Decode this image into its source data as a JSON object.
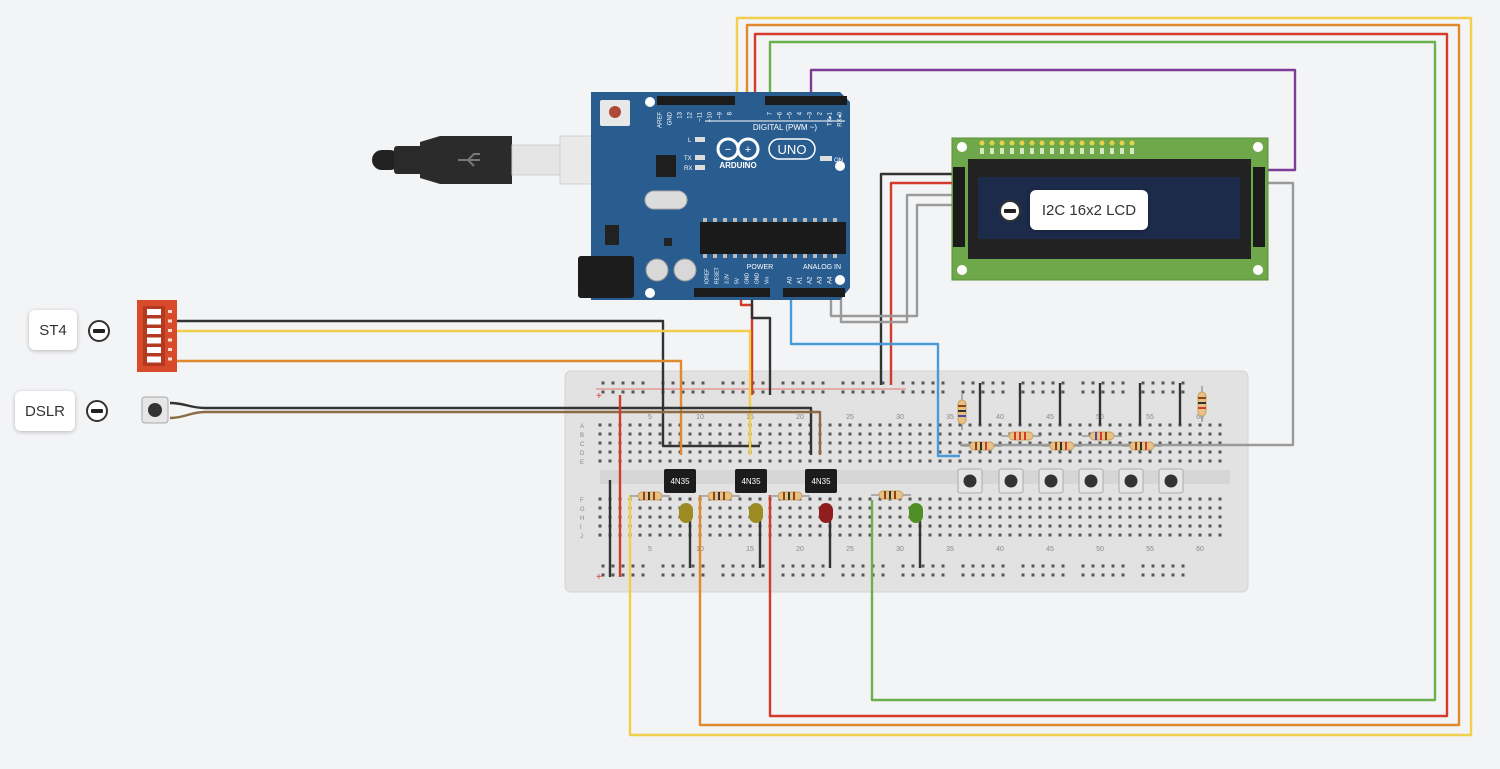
{
  "labels": {
    "st4": "ST4",
    "dslr": "DSLR",
    "lcd": "I2C 16x2 LCD"
  },
  "arduino": {
    "brand": "ARDUINO",
    "model": "UNO",
    "digital_header": "DIGITAL (PWM ~)",
    "power_header": "POWER",
    "analog_header": "ANALOG IN",
    "top_pins": [
      "AREF",
      "GND",
      "13",
      "12",
      "~11",
      "~10",
      "~9",
      "8",
      "7",
      "~6",
      "~5",
      "4",
      "~3",
      "2",
      "TX▸1",
      "RX◂0"
    ],
    "power_pins": [
      "IOREF",
      "RESET",
      "3.3V",
      "5V",
      "GND",
      "GND",
      "Vin"
    ],
    "analog_pins": [
      "A0",
      "A1",
      "A2",
      "A3",
      "A4",
      "A5"
    ],
    "led_l": "L",
    "led_tx": "TX",
    "led_rx": "RX",
    "led_on": "ON"
  },
  "chips": [
    "4N35",
    "4N35",
    "4N35"
  ],
  "breadboard": {
    "column_numbers": [
      "5",
      "10",
      "15",
      "20",
      "25",
      "30",
      "35",
      "40",
      "45",
      "50",
      "55",
      "60"
    ],
    "row_letters_top": [
      "A",
      "B",
      "C",
      "D",
      "E"
    ],
    "row_letters_bottom": [
      "F",
      "G",
      "H",
      "I",
      "J"
    ]
  },
  "colors": {
    "background": "#f3f4f6",
    "arduino_blue": "#2a5d8f",
    "lcd_board": "#6ea84a",
    "lcd_screen": "#1c2b4a",
    "dip_switch": "#d84a2a",
    "wire_yellow": "#f2cf4a",
    "wire_orange": "#e08a2c",
    "wire_red": "#d33a2a",
    "wire_green": "#6ab04c",
    "wire_purple": "#7d3c98",
    "wire_black": "#333333",
    "wire_gray": "#9a9a9a",
    "wire_blue": "#4a9ad8",
    "wire_brown": "#8b6a45"
  }
}
